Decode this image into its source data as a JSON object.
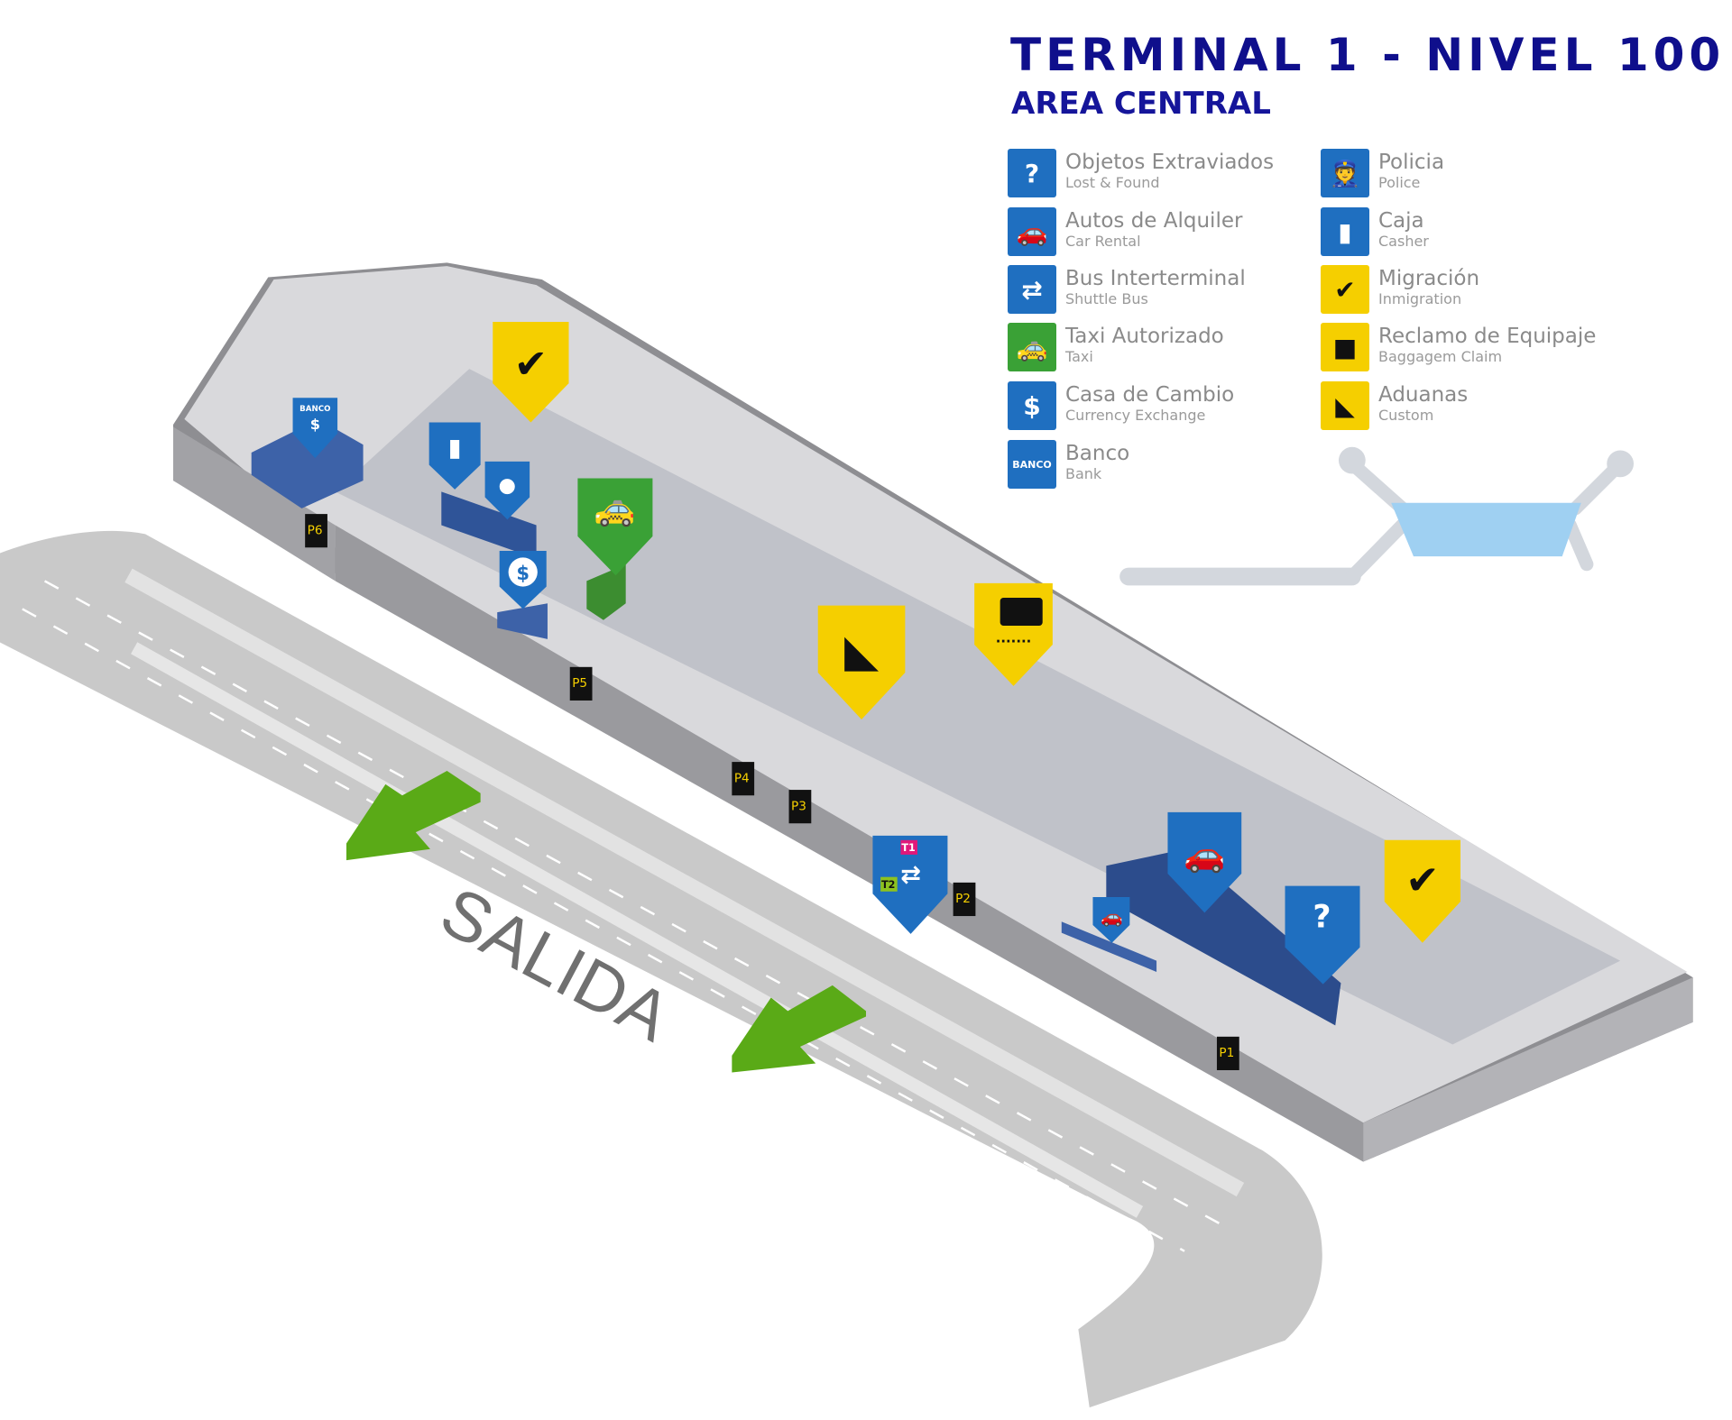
{
  "header": {
    "title": "TERMINAL 1 - NIVEL 100",
    "subtitle": "AREA CENTRAL"
  },
  "colors": {
    "title": "#0f0f8c",
    "blue": "#1f6fc0",
    "yellow": "#f5cf00",
    "green": "#3aa136",
    "arrow": "#5aaa17",
    "minimap_highlight": "#9fd0f2"
  },
  "legend": [
    {
      "es": "Objetos Extraviados",
      "en": "Lost & Found",
      "icon": "lost-found-icon",
      "color": "#1f6fc0",
      "glyph": "?"
    },
    {
      "es": "Autos de Alquiler",
      "en": "Car Rental",
      "icon": "car-rental-icon",
      "color": "#1f6fc0",
      "glyph": "🚗"
    },
    {
      "es": "Bus Interterminal",
      "en": "Shuttle Bus",
      "icon": "shuttle-bus-icon",
      "color": "#1f6fc0",
      "glyph": "⇄"
    },
    {
      "es": "Taxi Autorizado",
      "en": "Taxi",
      "icon": "taxi-icon",
      "color": "#3aa136",
      "glyph": "🚕"
    },
    {
      "es": "Casa de Cambio",
      "en": "Currency Exchange",
      "icon": "currency-exchange-icon",
      "color": "#1f6fc0",
      "glyph": "$"
    },
    {
      "es": "Banco",
      "en": "Bank",
      "icon": "bank-icon",
      "color": "#1f6fc0",
      "glyph": "BANCO"
    },
    {
      "es": "Policia",
      "en": "Police",
      "icon": "police-icon",
      "color": "#1f6fc0",
      "glyph": "👮"
    },
    {
      "es": "Caja",
      "en": "Casher",
      "icon": "cashier-icon",
      "color": "#1f6fc0",
      "glyph": "▮"
    },
    {
      "es": "Migración",
      "en": "Inmigration",
      "icon": "immigration-icon",
      "color": "#f5cf00",
      "glyph": "✔"
    },
    {
      "es": "Reclamo de Equipaje",
      "en": "Baggagem Claim",
      "icon": "baggage-claim-icon",
      "color": "#f5cf00",
      "glyph": "■"
    },
    {
      "es": "Aduanas",
      "en": "Custom",
      "icon": "customs-icon",
      "color": "#f5cf00",
      "glyph": "◣"
    }
  ],
  "map": {
    "road_label": "SALIDA",
    "parking": [
      "P6",
      "P5",
      "P4",
      "P3",
      "P2",
      "P1"
    ],
    "bank_pin_label": "BANCO",
    "shuttle_t1": "T1",
    "shuttle_t2": "T2"
  }
}
